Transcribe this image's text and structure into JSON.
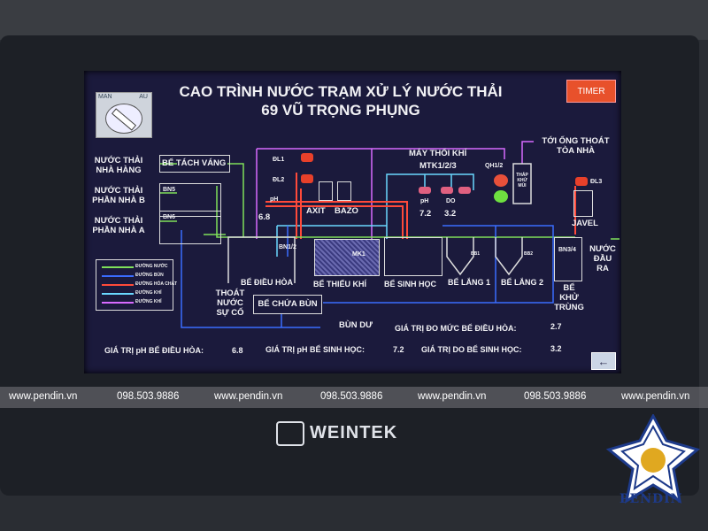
{
  "header": {
    "title_line1": "CAO TRÌNH NƯỚC TRẠM XỬ LÝ NƯỚC THẢI",
    "title_line2": "69 VŨ TRỌNG PHỤNG",
    "timer_label": "TIMER"
  },
  "mode_selector": {
    "manual_label": "MAN",
    "auto_label": "AU"
  },
  "inputs": [
    {
      "label": "NƯỚC THẢI NHÀ HÀNG",
      "target": "BỂ TÁCH VÁNG"
    },
    {
      "label": "NƯỚC THẢI PHẦN NHÀ B",
      "target": "BN5"
    },
    {
      "label": "NƯỚC THẢI PHẦN NHÀ A",
      "target": "BN6"
    }
  ],
  "dosing": {
    "pump1": "ĐL1",
    "pump2": "ĐL2",
    "ph_label": "pH",
    "acid": "AXIT",
    "base": "BAZO",
    "pump3": "ĐL3",
    "javel": "JAVEL"
  },
  "blower": {
    "title": "MÁY THỔI KHÍ",
    "subtitle": "MTK1/2/3",
    "fan": "QH1/2",
    "tower": "THÁP KHỬ MÙI",
    "exhaust": "TỚI ỐNG THOÁT TÒA NHÀ"
  },
  "tanks": {
    "equalization": "BỂ ĐIỀU HÒA",
    "anoxic": "BỂ THIẾU KHÍ",
    "bio": "BỂ SINH HỌC",
    "settle1": "BỂ LẮNG 1",
    "settle2": "BỂ LẮNG 2",
    "disinfect": "BỂ KHỬ TRÙNG",
    "sludge": "BỂ CHỨA BÙN",
    "pump_eq": "BN1/2",
    "mixer": "MK1",
    "pump_out": "BN3/4",
    "pump_s1": "BB1",
    "pump_s2": "BB2"
  },
  "labels": {
    "emergency_drain": "THOÁT NƯỚC SỰ CỐ",
    "excess_sludge": "BÙN DƯ",
    "outlet": "NƯỚC ĐẦU RA",
    "eq_ph": "6.8",
    "bio_ph_label": "pH",
    "bio_ph": "7.2",
    "bio_do_label": "DO",
    "bio_do": "3.2"
  },
  "legend": [
    {
      "label": "ĐƯỜNG NƯỚC",
      "color": "#7fe05a"
    },
    {
      "label": "ĐƯỜNG BÙN",
      "color": "#3a6cff"
    },
    {
      "label": "ĐƯỜNG HÓA CHẤT",
      "color": "#ff4a3a"
    },
    {
      "label": "ĐƯỜNG KHÍ",
      "color": "#6ad8ff"
    },
    {
      "label": "ĐƯỜNG KHÍ",
      "color": "#d86aff"
    }
  ],
  "readouts": {
    "eq_ph_label": "GIÁ TRỊ pH BỂ ĐIỀU HÒA:",
    "eq_ph_value": "6.8",
    "bio_ph_label": "GIÁ TRỊ pH BỂ SINH HỌC:",
    "bio_ph_value": "7.2",
    "eq_level_label": "GIÁ TRỊ ĐO MỨC BỂ ĐIỀU HÒA:",
    "eq_level_value": "2.7",
    "bio_do_label": "GIÁ TRỊ DO BỂ SINH HỌC:",
    "bio_do_value": "3.2"
  },
  "back_icon": "arrow-left-icon",
  "watermark": {
    "site": "www.pendin.vn",
    "phone": "098.503.9886"
  },
  "device_brand": "WEINTEK",
  "logo_text": "PENDIN",
  "colors": {
    "screen": "#1b1a3c",
    "water": "#7fe05a",
    "sludge": "#3a6cff",
    "chemical": "#ff4a3a",
    "air": "#6ad8ff",
    "vent": "#d86aff",
    "timer": "#e8512b"
  }
}
